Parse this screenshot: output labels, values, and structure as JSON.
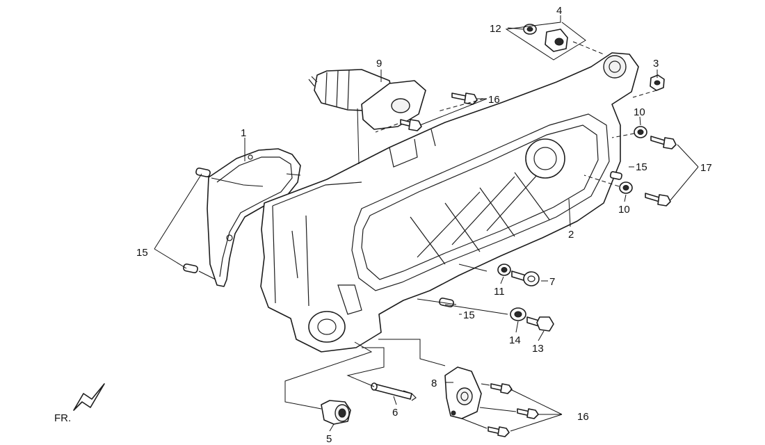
{
  "callouts": {
    "c1": "1",
    "c2": "2",
    "c3": "3",
    "c4": "4",
    "c5": "5",
    "c6": "6",
    "c7": "7",
    "c8": "8",
    "c9": "9",
    "c10a": "10",
    "c10b": "10",
    "c11": "11",
    "c12": "12",
    "c13": "13",
    "c14": "14",
    "c15a": "15",
    "c15b": "15",
    "c15c": "15",
    "c16a": "16",
    "c16b": "16",
    "c17": "17"
  },
  "front_marker": "FR."
}
